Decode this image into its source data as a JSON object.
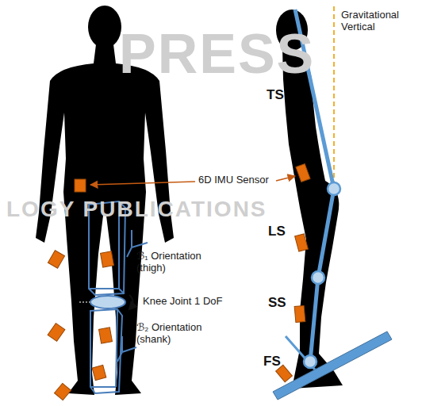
{
  "diagram": {
    "labels": [
      "PRESS",
      "LOGY PUBLICATIONS",
      "6D IMU Sensor",
      "ℬ₁ Orientation (thigh)",
      "Knee Joint 1 DoF",
      "ℬ₂ Orientation (shank)",
      "Gravitational Vertical",
      "TS",
      "LS",
      "SS",
      "FS"
    ]
  }
}
